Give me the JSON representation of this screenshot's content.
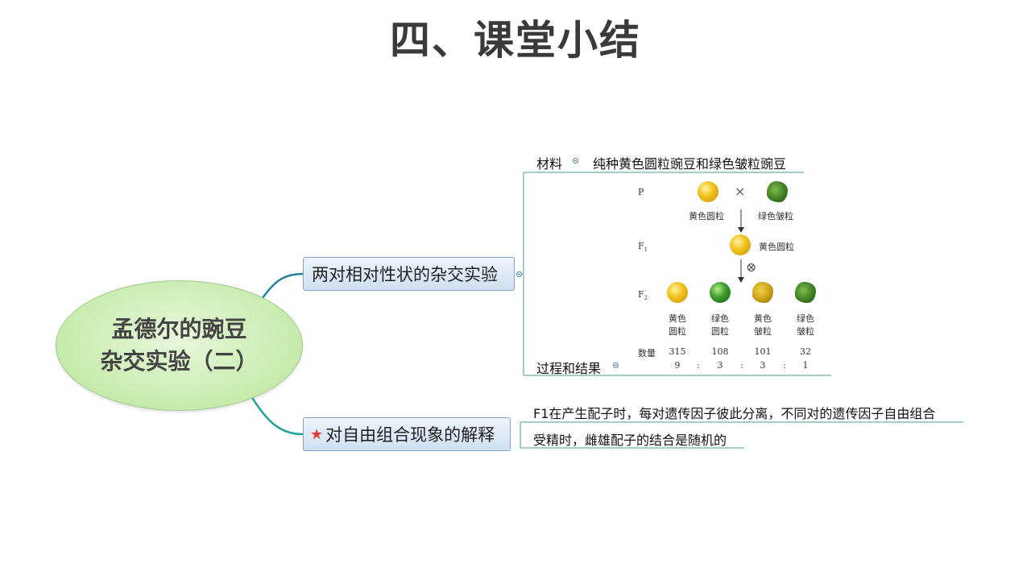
{
  "slide": {
    "title": "四、课堂小结"
  },
  "mindmap": {
    "center": {
      "line1": "孟德尔的豌豆",
      "line2": "杂交实验（二）"
    },
    "branch1": {
      "label": "两对相对性状的杂交实验",
      "materials_label": "材料",
      "materials_value": "纯种黄色圆粒豌豆和绿色皱粒豌豆",
      "process_label": "过程和结果"
    },
    "branch2": {
      "label": "对自由组合现象的解释",
      "icon": "star-icon",
      "point1": "F1在产生配子时，每对遗传因子彼此分离，不同对的遗传因子自由组合",
      "point2": "受精时，雌雄配子的结合是随机的"
    }
  },
  "cross_diagram": {
    "p_label": "P",
    "cross_symbol": "×",
    "p1": "黄色圆粒",
    "p2": "绿色皱粒",
    "f1_label": "F",
    "f1_sub": "1",
    "f1": "黄色圆粒",
    "self_symbol": "⊗",
    "f2_label": "F",
    "f2_sub": "2",
    "f2_types": [
      {
        "line1": "黄色",
        "line2": "圆粒",
        "count": "315",
        "ratio": "9"
      },
      {
        "line1": "绿色",
        "line2": "圆粒",
        "count": "108",
        "ratio": "3"
      },
      {
        "line1": "黄色",
        "line2": "皱粒",
        "count": "101",
        "ratio": "3"
      },
      {
        "line1": "绿色",
        "line2": "皱粒",
        "count": "32",
        "ratio": "1"
      }
    ],
    "count_label": "数量",
    "ratio_sep": ":",
    "colors": {
      "yellow_round": "#f2c423",
      "green_round": "#3b9b2e",
      "yellow_wrinkled": "#c99e14",
      "green_wrinkled": "#3f7f24"
    }
  },
  "colors": {
    "connector": "#1f9c96",
    "leaf_line": "#4a9c9a",
    "branch_border": "#7ea2c8",
    "center_fill": "#cdeeb4"
  }
}
